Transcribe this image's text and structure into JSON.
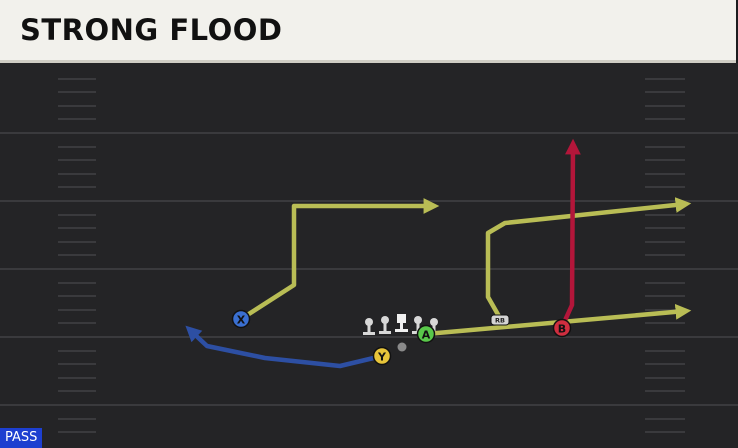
{
  "play": {
    "title": "STRONG FLOOD",
    "mode_badge": "PASS"
  },
  "players": {
    "x": "X",
    "y": "Y",
    "a": "A",
    "b": "B",
    "rb": "RB"
  },
  "colors": {
    "route_yellow": "#b9bd55",
    "route_blue": "#2d4fa3",
    "route_red": "#b3163a",
    "player_x": "#3a6fd0",
    "player_y": "#e8c53a",
    "player_a": "#59c84a",
    "player_b": "#cf2e3f",
    "badge_blue": "#1d3fd0"
  }
}
